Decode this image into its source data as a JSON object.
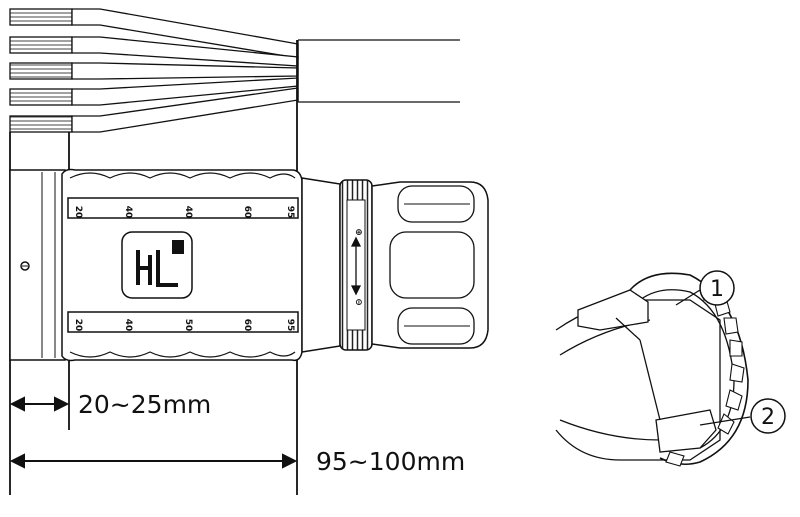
{
  "dimensions": {
    "short": "20~25mm",
    "long": "95~100mm"
  },
  "scale_marks": [
    "20",
    "40",
    "40",
    "60",
    "95"
  ],
  "scale_marks_bottom": [
    "20",
    "40",
    "50",
    "60",
    "95"
  ],
  "lock_symbols": {
    "unlocked": "⊕",
    "locked": "⊖"
  },
  "callouts": [
    "1",
    "2"
  ],
  "icons": {
    "logo": "hl-logo-icon",
    "arrow": "double-arrow-icon"
  }
}
